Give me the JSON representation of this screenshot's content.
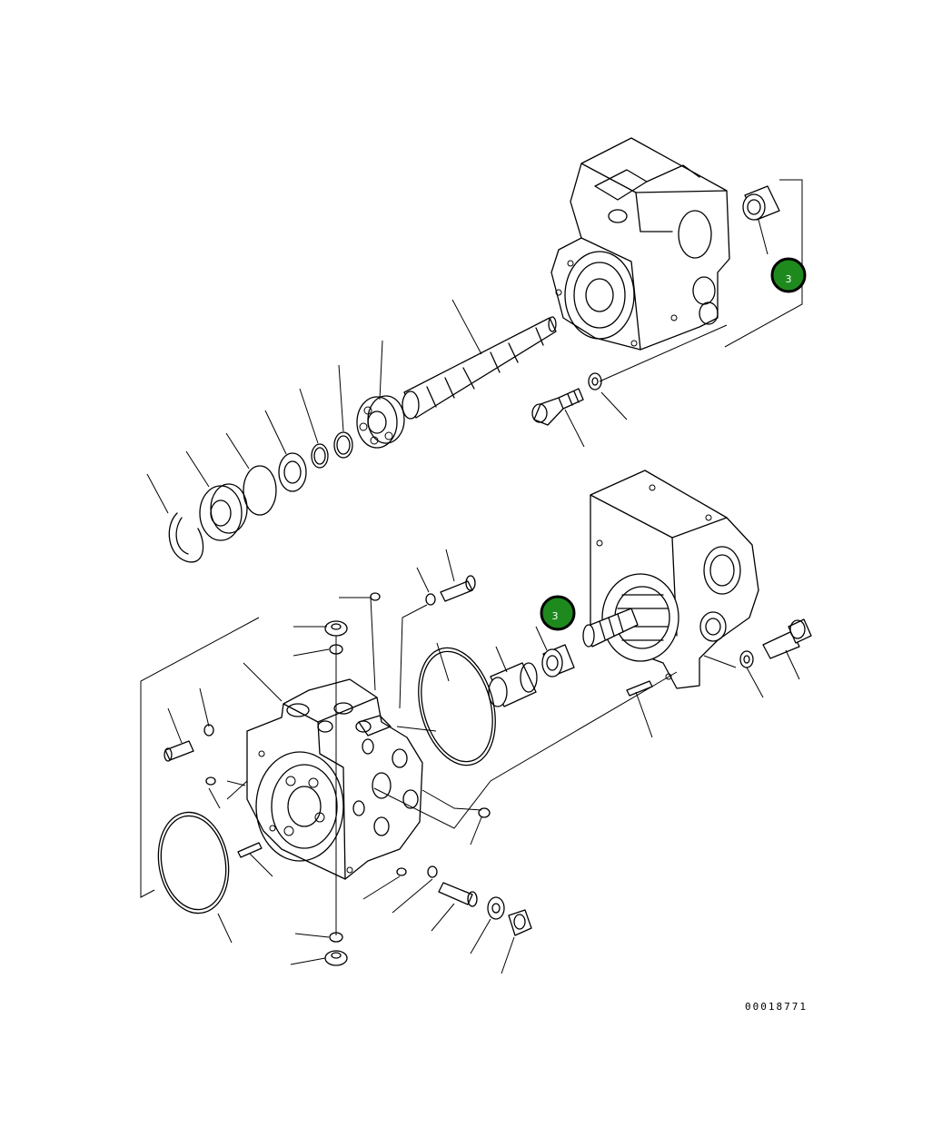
{
  "callouts": [
    {
      "label": "3",
      "color": "#1e8a1e"
    },
    {
      "label": "3",
      "color": "#1e8a1e"
    }
  ],
  "figure_number": "00018771"
}
